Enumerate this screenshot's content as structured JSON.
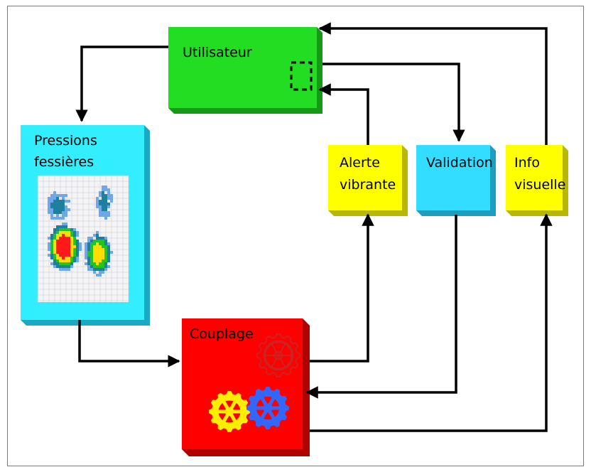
{
  "nodes": {
    "utilisateur": {
      "label": "Utilisateur",
      "color": "#22dd22",
      "shade": "#149a14"
    },
    "pressions": {
      "line1": "Pressions",
      "line2": "fessières",
      "color": "#33eeff",
      "shade": "#1aa8c4"
    },
    "couplage": {
      "label": "Couplage",
      "color": "#ff0000",
      "shade": "#b00000"
    },
    "alerte": {
      "line1": "Alerte",
      "line2": "vibrante",
      "color": "#ffff00",
      "shade": "#b8b800"
    },
    "validation": {
      "label": "Validation",
      "color": "#33ddff",
      "shade": "#1a9fc0"
    },
    "info": {
      "line1": "Info",
      "line2": "visuelle",
      "color": "#ffff00",
      "shade": "#b8b800"
    }
  },
  "gear_colors": {
    "yellow": "#ffee00",
    "blue": "#3366ff",
    "red_outline": "#cc2222"
  },
  "heatmap": {
    "bg": "#f4f4f4",
    "grid": "#c8c8d8"
  }
}
